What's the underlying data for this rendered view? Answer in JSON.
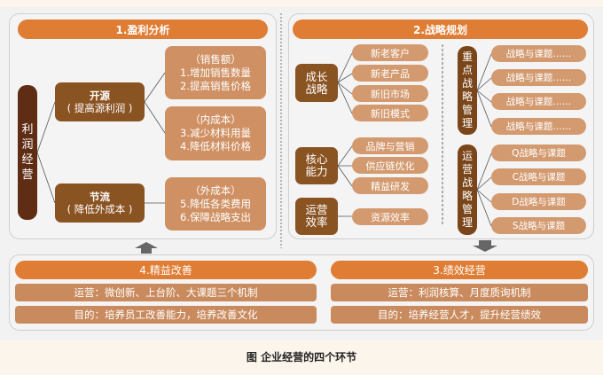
{
  "profit": {
    "title": "1.盈利分析",
    "root": [
      "利",
      "润",
      "经",
      "营"
    ],
    "kaiyuan": {
      "title": "开源",
      "sub": "( 提高源利润 )"
    },
    "jieliu": {
      "title": "节流",
      "sub": "( 降低外成本 )"
    },
    "sales": {
      "title": "（销售额）",
      "l1": "1.增加销售数量",
      "l2": "2.提高销售价格"
    },
    "inner": {
      "title": "（内成本）",
      "l1": "3.减少材料用量",
      "l2": "4.降低材料价格"
    },
    "outer": {
      "title": "（外成本）",
      "l1": "5.降低各类费用",
      "l2": "6.保障战略支出"
    }
  },
  "strategy": {
    "title": "2.战略规划",
    "growth": {
      "l1": "成长",
      "l2": "战略",
      "items": [
        "新老客户",
        "新老产品",
        "新旧市场",
        "新旧模式"
      ]
    },
    "core": {
      "l1": "核心",
      "l2": "能力",
      "items": [
        "品牌与营销",
        "供应链优化",
        "精益研发"
      ]
    },
    "ops": {
      "l1": "运营",
      "l2": "效率",
      "items": [
        "资源效率"
      ]
    },
    "key": {
      "label": [
        "重",
        "点",
        "战",
        "略",
        "管",
        "理"
      ],
      "items": [
        "战略与课题……",
        "战略与课题……",
        "战略与课题……",
        "战略与课题……"
      ]
    },
    "opmgmt": {
      "label": [
        "运",
        "营",
        "战",
        "略",
        "管",
        "理"
      ],
      "items": [
        "Q战略与课题",
        "C战略与课题",
        "D战略与课题",
        "S战略与课题"
      ]
    }
  },
  "lean": {
    "title": "4.精益改善",
    "row1": "运营：微创新、上台阶、大课题三个机制",
    "row2": "目的：培养员工改善能力，培养改善文化"
  },
  "perf": {
    "title": "3.绩效经营",
    "row1": "运营：利润核算、月度质询机制",
    "row2": "目的：培养经营人才，提升经营绩效"
  },
  "caption": "图  企业经营的四个环节",
  "colors": {
    "header": "#e07d34",
    "dark": "#8a5322",
    "root": "#5e2d14",
    "light": "#cf9063"
  }
}
